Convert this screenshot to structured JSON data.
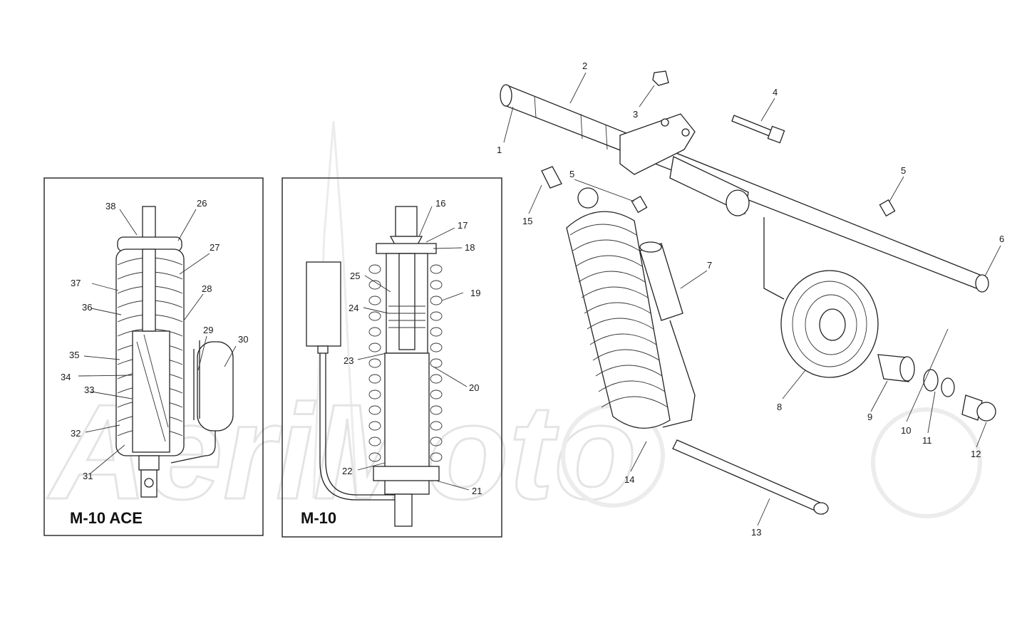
{
  "watermark": {
    "text": "AeriMoto"
  },
  "panels": [
    {
      "title": "M-10 ACE"
    },
    {
      "title": "M-10"
    }
  ],
  "callouts": [
    "1",
    "2",
    "3",
    "4",
    "5",
    "5",
    "6",
    "7",
    "8",
    "9",
    "10",
    "11",
    "12",
    "13",
    "14",
    "15",
    "16",
    "17",
    "18",
    "19",
    "20",
    "21",
    "22",
    "23",
    "24",
    "25",
    "26",
    "27",
    "28",
    "29",
    "30",
    "31",
    "32",
    "33",
    "34",
    "35",
    "36",
    "37",
    "38"
  ]
}
